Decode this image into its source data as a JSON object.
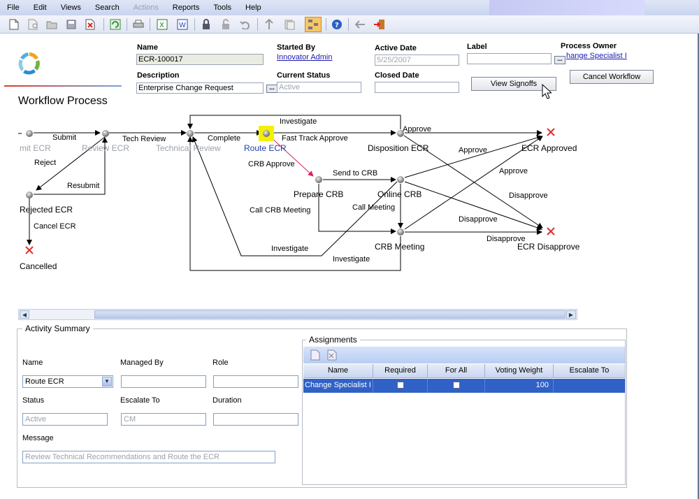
{
  "menu": [
    "File",
    "Edit",
    "Views",
    "Search",
    "Actions",
    "Reports",
    "Tools",
    "Help"
  ],
  "menu_disabled": [
    "Actions"
  ],
  "header": {
    "name_label": "Name",
    "name_value": "ECR-100017",
    "started_by_label": "Started By",
    "started_by_value": "Innovator Admin",
    "active_date_label": "Active Date",
    "active_date_value": "5/25/2007",
    "label_label": "Label",
    "label_value": "",
    "process_owner_label": "Process Owner",
    "process_owner_value": "hange Specialist I",
    "description_label": "Description",
    "description_value": "Enterprise Change Request",
    "current_status_label": "Current Status",
    "current_status_value": "Active",
    "closed_date_label": "Closed Date",
    "closed_date_value": "",
    "view_signoffs": "View Signoffs",
    "cancel_workflow": "Cancel Workflow",
    "dots": "..."
  },
  "page_title": "Workflow Process",
  "workflow": {
    "nodes": {
      "submit": "mit ECR",
      "review": "Review ECR",
      "technical": "Technical Review",
      "route": "Route ECR",
      "disposition": "Disposition ECR",
      "approved": "ECR Approved",
      "rejected": "Rejected ECR",
      "prepare": "Prepare CRB",
      "online": "Online CRB",
      "meeting": "CRB Meeting",
      "disapproved": "ECR Disapprove",
      "cancelled": "Cancelled"
    },
    "edges": {
      "submit": "Submit",
      "tech_review": "Tech Review",
      "complete": "Complete",
      "investigate_top": "Investigate",
      "fast_track": "Fast Track Approve",
      "approve1": "Approve",
      "approve2": "Approve",
      "approve3": "Approve",
      "reject": "Reject",
      "resubmit": "Resubmit",
      "crb_approve": "CRB Approve",
      "send_to_crb": "Send to CRB",
      "disapprove1": "Disapprove",
      "call_crb_meeting": "Call CRB Meeting",
      "call_meeting": "Call Meeting",
      "disapprove2": "Disapprove",
      "disapprove3": "Disapprove",
      "cancel_ecr": "Cancel ECR",
      "investigate_mid": "Investigate",
      "investigate_bottom": "Investigate"
    }
  },
  "activity": {
    "title": "Activity Summary",
    "name_label": "Name",
    "name_value": "Route ECR",
    "managed_by_label": "Managed By",
    "managed_by_value": "",
    "role_label": "Role",
    "role_value": "",
    "status_label": "Status",
    "status_value": "Active",
    "escalate_to_label": "Escalate To",
    "escalate_to_value": "CM",
    "duration_label": "Duration",
    "duration_value": "",
    "message_label": "Message",
    "message_value": "Review Technical Recommendations and Route the ECR"
  },
  "assignments": {
    "title": "Assignments",
    "columns": [
      "Name",
      "Required",
      "For All",
      "Voting Weight",
      "Escalate To"
    ],
    "rows": [
      {
        "name": "Change Specialist I",
        "required": false,
        "for_all": false,
        "voting_weight": "100",
        "escalate_to": ""
      }
    ]
  },
  "colors": {
    "selected_row": "#3061c6",
    "selected_node": "#f4f000",
    "end_x": "#e03030",
    "highlight_edge": "#e0205a"
  }
}
